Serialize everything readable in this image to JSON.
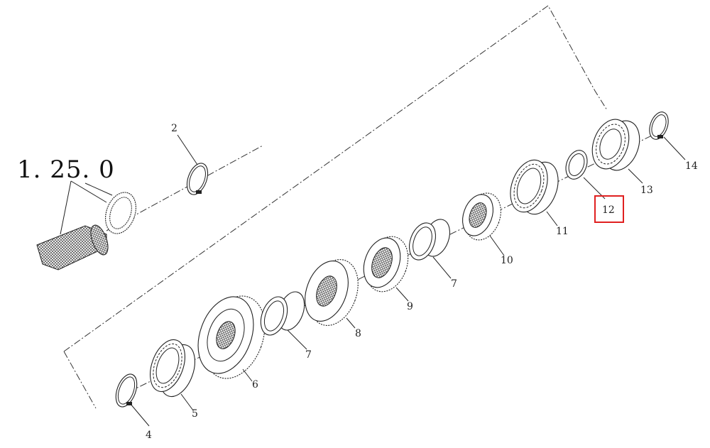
{
  "diagram": {
    "reference_code": "1. 25. 0",
    "highlight_color": "#e02020",
    "highlighted_part": "12",
    "parts": [
      "2",
      "4",
      "5",
      "6",
      "7",
      "8",
      "9",
      "10",
      "7",
      "11",
      "12",
      "13",
      "14"
    ]
  }
}
